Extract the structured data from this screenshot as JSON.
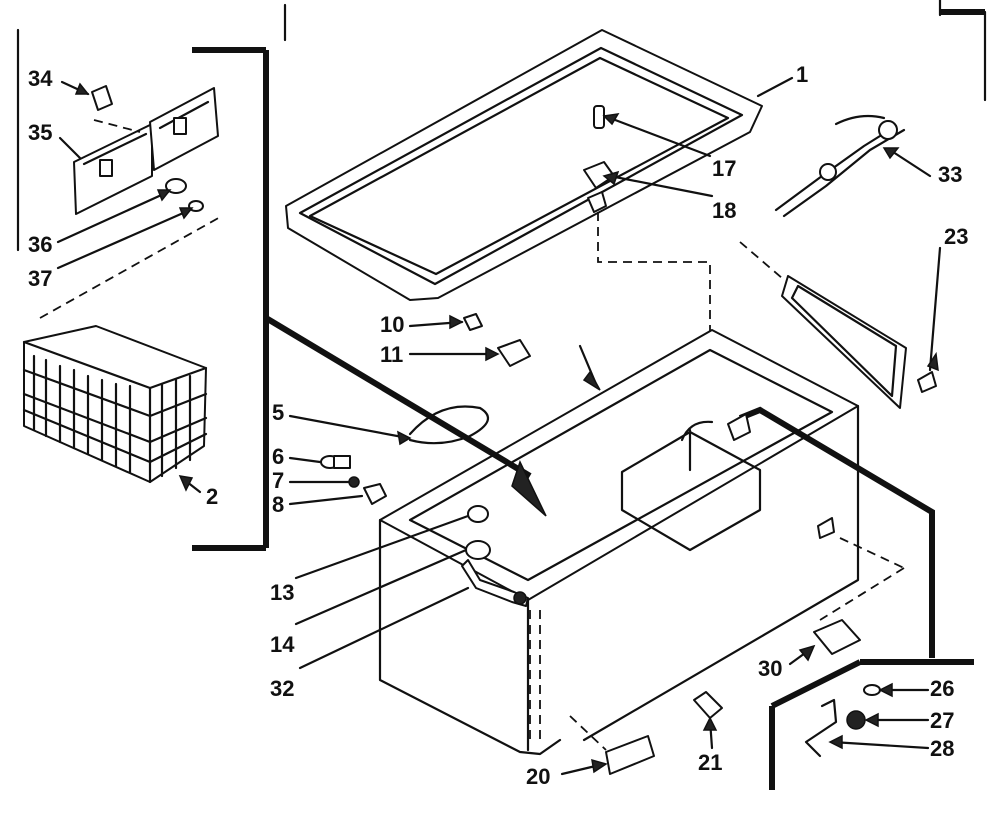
{
  "callouts": {
    "n1": "1",
    "n2": "2",
    "n5": "5",
    "n6": "6",
    "n7": "7",
    "n8": "8",
    "n10": "10",
    "n11": "11",
    "n13": "13",
    "n14": "14",
    "n17": "17",
    "n18": "18",
    "n20": "20",
    "n21": "21",
    "n23": "23",
    "n26": "26",
    "n27": "27",
    "n28": "28",
    "n30": "30",
    "n32": "32",
    "n33": "33",
    "n34": "34",
    "n35": "35",
    "n36": "36",
    "n37": "37"
  }
}
